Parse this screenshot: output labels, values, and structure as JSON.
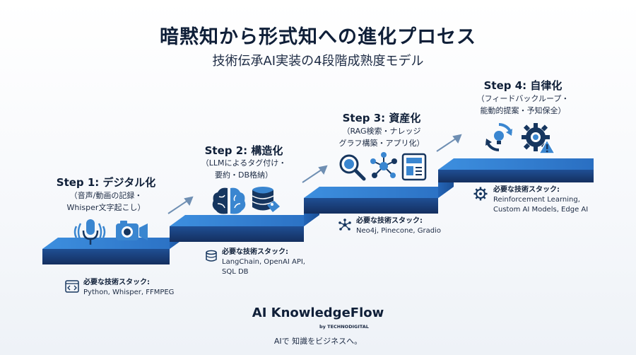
{
  "header": {
    "title": "暗黙知から形式知への進化プロセス",
    "subtitle": "技術伝承AI実装の4段階成熟度モデル"
  },
  "steps": [
    {
      "title": "Step 1: デジタル化",
      "desc_line1": "（音声/動画の記録・",
      "desc_line2": "Whisper文字起こし）",
      "icons": [
        "microphone-icon",
        "sound-wave-icon",
        "video-camera-icon"
      ],
      "stack_heading": "必要な技術スタック:",
      "stack_line1": "Python, Whisper, FFMPEG",
      "stack_line2": "",
      "stack_icon": "code-icon"
    },
    {
      "title": "Step 2: 構造化",
      "desc_line1": "（LLMによるタグ付け・",
      "desc_line2": "要約・DB格納）",
      "icons": [
        "brain-icon",
        "database-icon",
        "tag-icon"
      ],
      "stack_heading": "必要な技術スタック:",
      "stack_line1": "LangChain, OpenAI API,",
      "stack_line2": "SQL DB",
      "stack_icon": "database-icon"
    },
    {
      "title": "Step 3: 資産化",
      "desc_line1": "（RAG検索・ナレッジ",
      "desc_line2": "グラフ構築・アプリ化）",
      "icons": [
        "search-icon",
        "network-graph-icon",
        "app-window-icon"
      ],
      "stack_heading": "必要な技術スタック:",
      "stack_line1": "Neo4j, Pinecone, Gradio",
      "stack_line2": "",
      "stack_icon": "network-icon"
    },
    {
      "title": "Step 4: 自律化",
      "desc_line1": "（フィードバックループ・",
      "desc_line2": "能動的提案・予知保全）",
      "icons": [
        "feedback-loop-icon",
        "gear-warning-icon"
      ],
      "stack_heading": "必要な技術スタック:",
      "stack_line1": "Reinforcement Learning,",
      "stack_line2": "Custom AI Models, Edge AI",
      "stack_icon": "gear-icon"
    }
  ],
  "footer": {
    "brand": "AI KnowledgeFlow",
    "by": "by TECHNODIGITAL",
    "tagline": "AIで 知識をビジネスへ。"
  },
  "colors": {
    "stair_top": "#2a7fd3",
    "stair_front": "#1a3f7a",
    "stair_riser": "#215aa6",
    "icon_navy": "#16365f",
    "icon_blue": "#3a86d0",
    "arrow": "#6f8fb3"
  }
}
